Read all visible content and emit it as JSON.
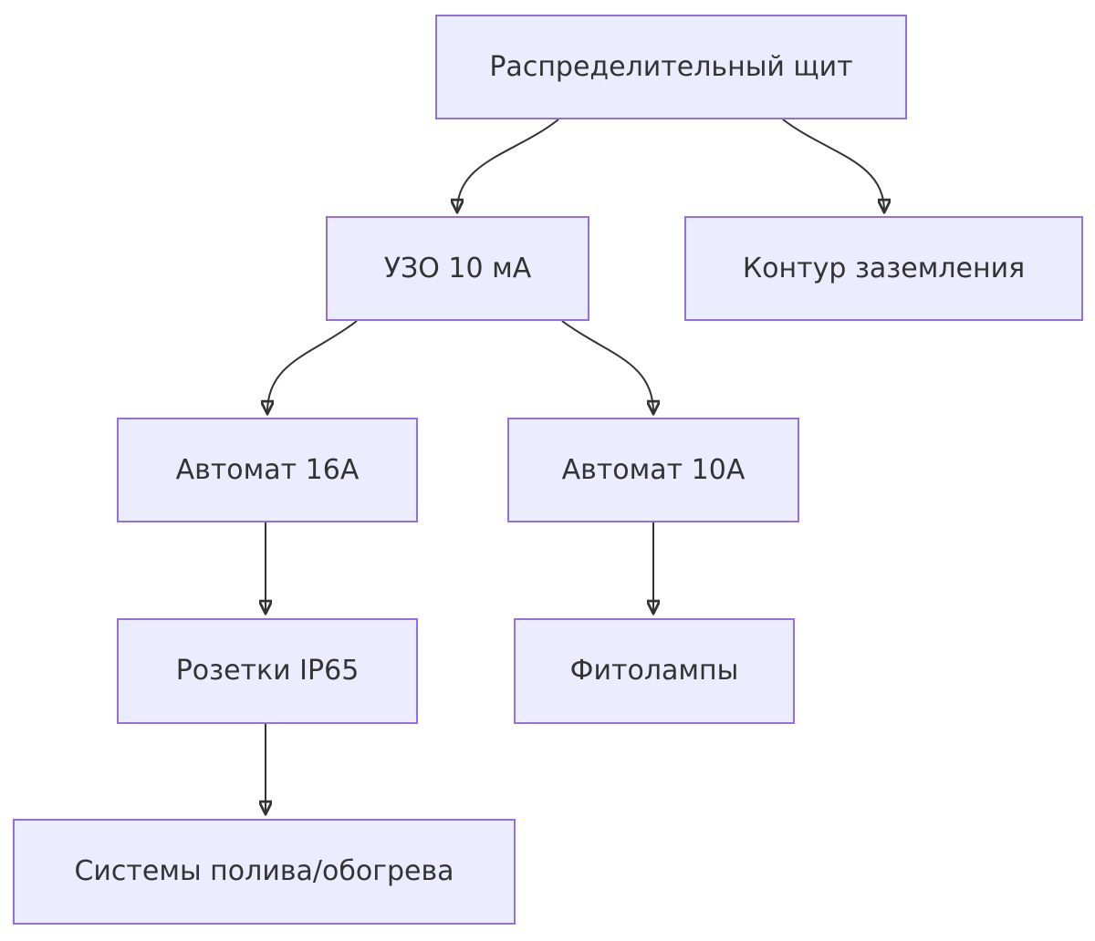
{
  "diagram": {
    "type": "flowchart-top-down",
    "colors": {
      "node_fill": "#ECECFF",
      "node_border": "#9370DB",
      "edge": "#333333",
      "text": "#333333",
      "background": "#FFFFFF"
    },
    "nodes": [
      {
        "id": "panel",
        "label": "Распределительный щит"
      },
      {
        "id": "rcd",
        "label": "УЗО 10 мА"
      },
      {
        "id": "ground",
        "label": "Контур заземления"
      },
      {
        "id": "breaker16",
        "label": "Автомат 16А"
      },
      {
        "id": "breaker10",
        "label": "Автомат 10А"
      },
      {
        "id": "sockets",
        "label": "Розетки IP65"
      },
      {
        "id": "phytolamps",
        "label": "Фитолампы"
      },
      {
        "id": "systems",
        "label": "Системы полива/обогрева"
      }
    ],
    "edges": [
      {
        "from": "panel",
        "to": "rcd"
      },
      {
        "from": "panel",
        "to": "ground"
      },
      {
        "from": "rcd",
        "to": "breaker16"
      },
      {
        "from": "rcd",
        "to": "breaker10"
      },
      {
        "from": "breaker16",
        "to": "sockets"
      },
      {
        "from": "breaker10",
        "to": "phytolamps"
      },
      {
        "from": "sockets",
        "to": "systems"
      }
    ]
  }
}
